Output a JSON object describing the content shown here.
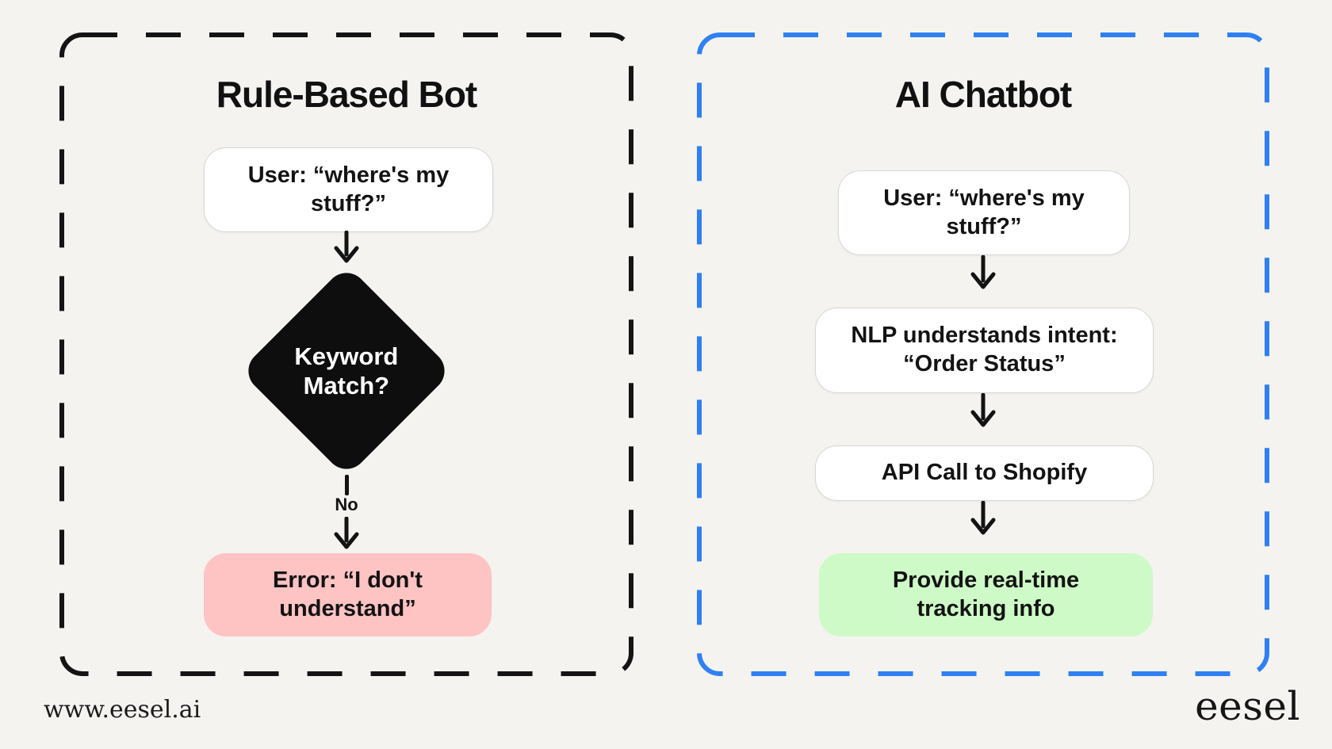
{
  "page": {
    "background_color": "#f4f3f0",
    "type": "comparison-flowchart"
  },
  "left_panel": {
    "title": "Rule-Based Bot",
    "border_color": "#141414",
    "nodes": {
      "user": {
        "text": "User: “where's my stuff?”",
        "fill": "#ffffff"
      },
      "decision": {
        "text": "Keyword Match?",
        "fill": "#0e0e0e",
        "text_color": "#ffffff",
        "shape": "diamond"
      },
      "edge_label_no": "No",
      "error": {
        "text": "Error: “I don't understand”",
        "fill": "#fec3c3"
      }
    }
  },
  "right_panel": {
    "title": "AI Chatbot",
    "border_color": "#2e80f3",
    "nodes": {
      "user": {
        "text": "User: “where's my stuff?”",
        "fill": "#ffffff"
      },
      "nlp": {
        "text": "NLP understands intent: “Order Status”",
        "fill": "#ffffff"
      },
      "api": {
        "text": "API Call to Shopify",
        "fill": "#ffffff"
      },
      "result": {
        "text": "Provide real-time tracking info",
        "fill": "#cdfac6"
      }
    }
  },
  "footer": {
    "site_url": "www.eesel.ai",
    "logo_text": "eesel"
  },
  "colors": {
    "arrow": "#131313",
    "panel_left_dash": "#141414",
    "panel_right_dash": "#2e80f3",
    "error_pink": "#fec3c3",
    "success_green": "#cdfac6"
  }
}
